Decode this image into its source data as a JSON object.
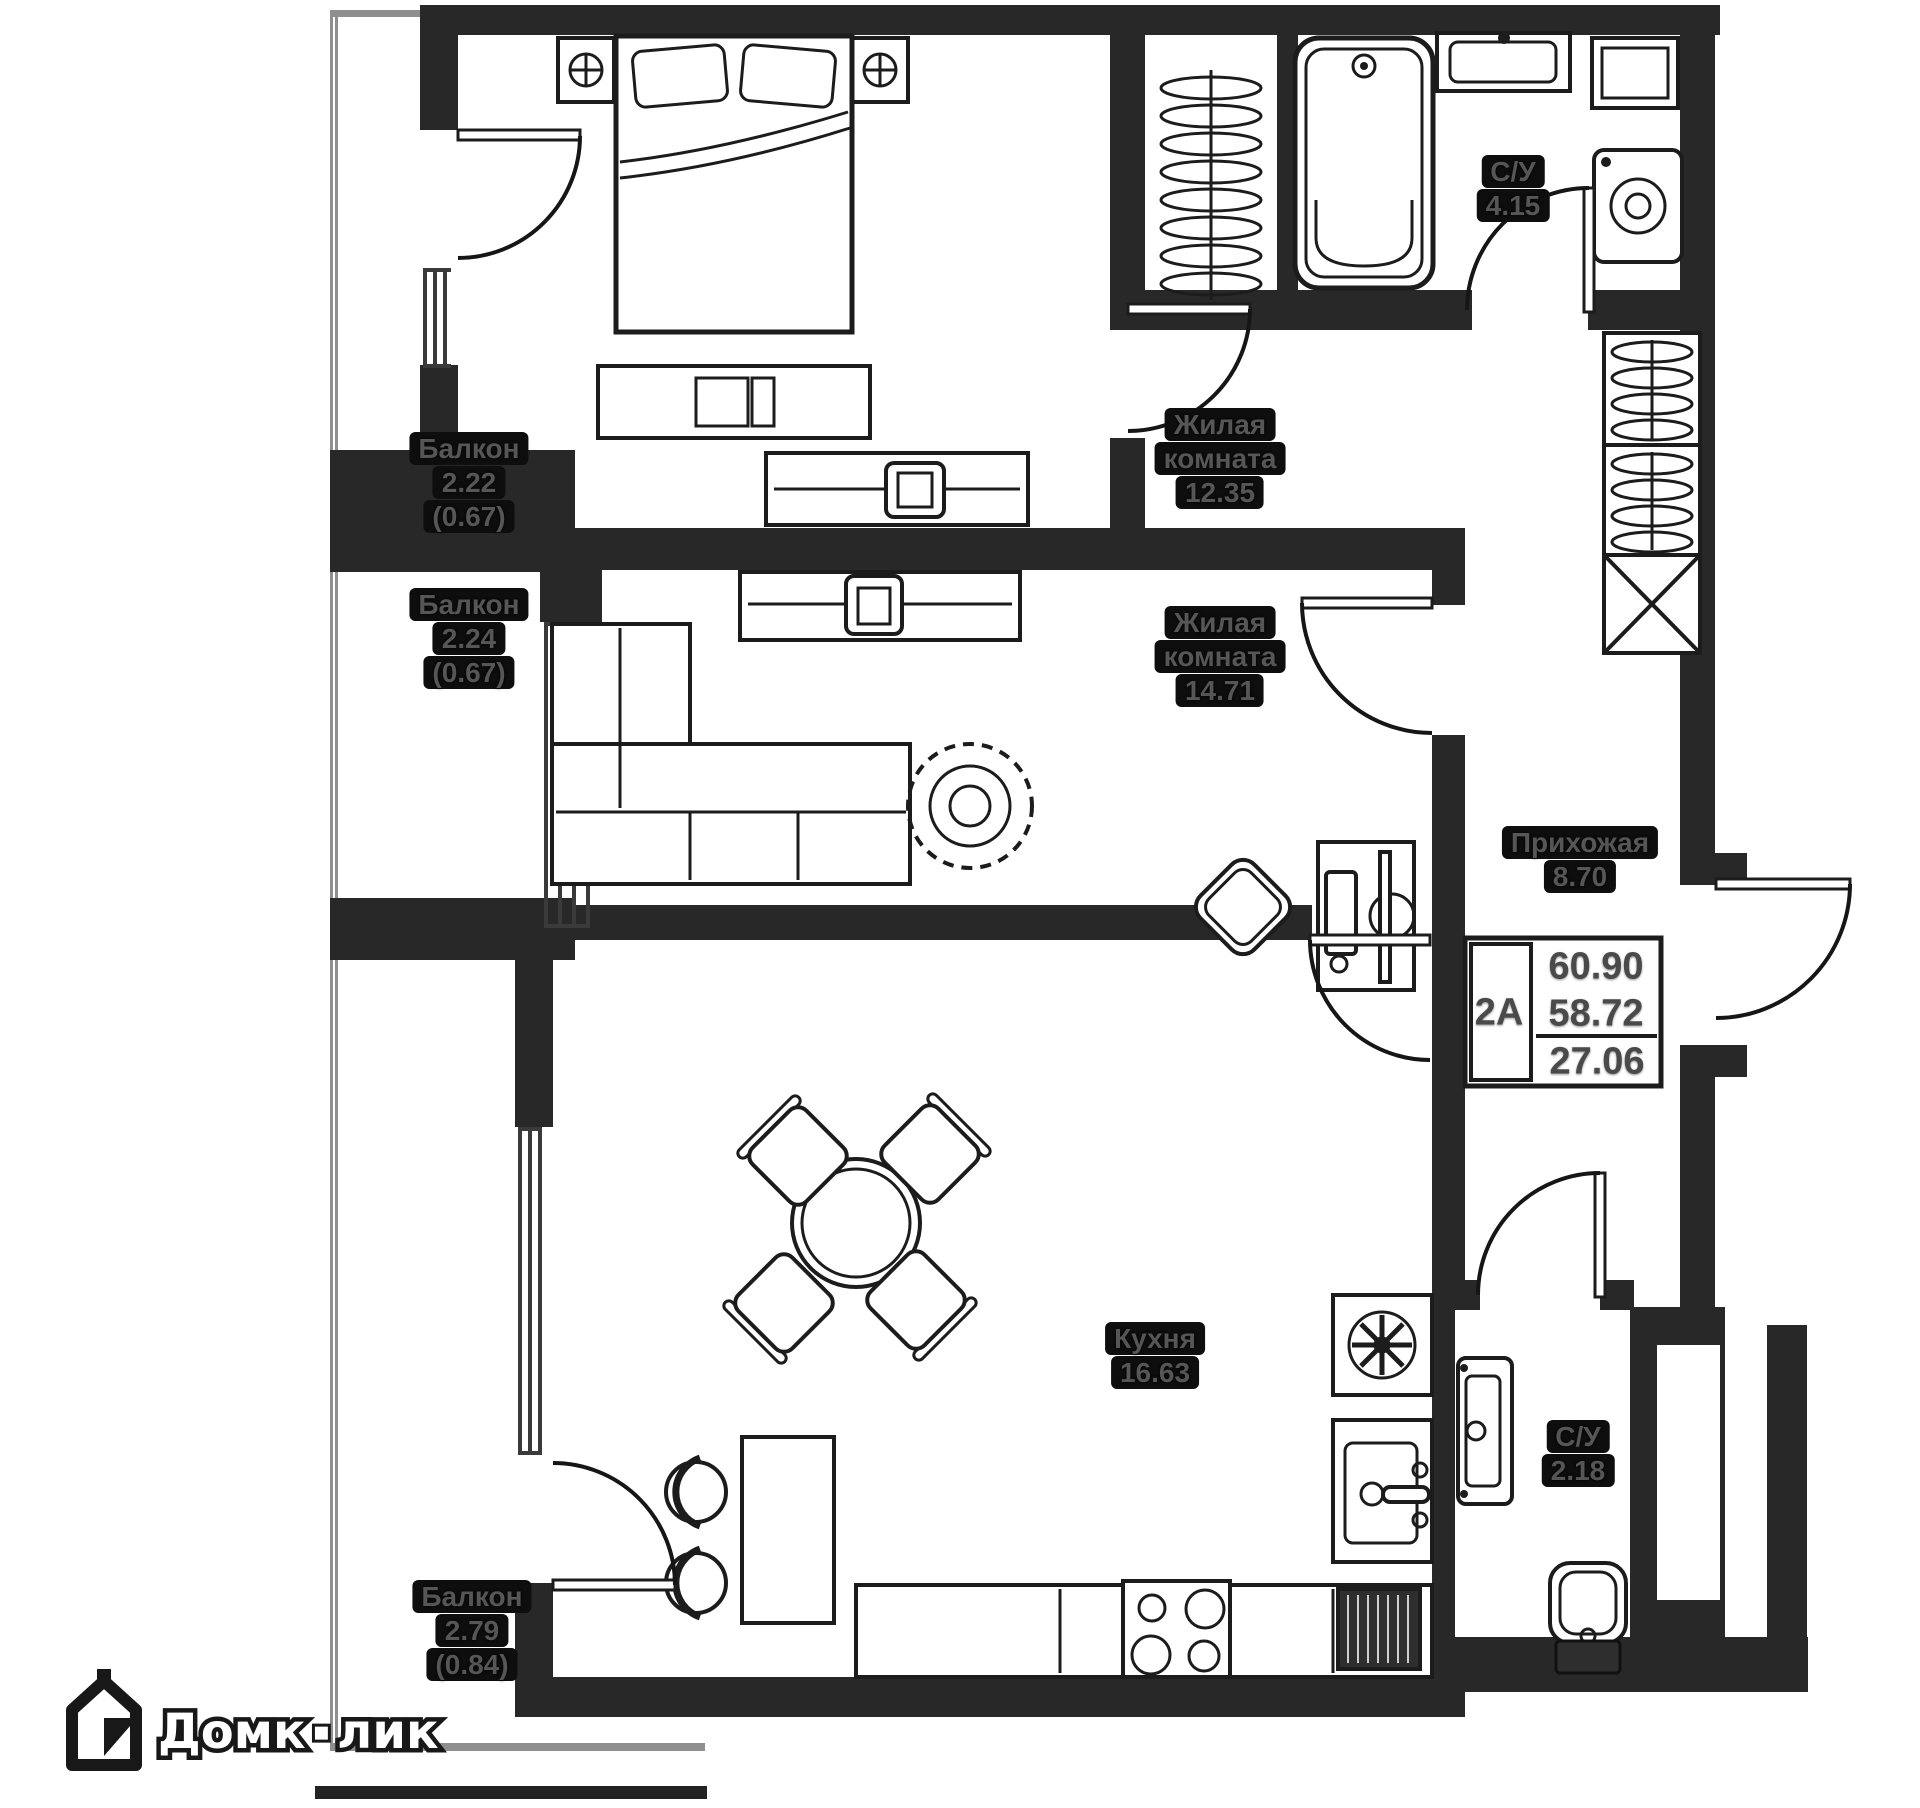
{
  "colors": {
    "background": "#ffffff",
    "wall": "#282828",
    "furniture_line": "#1c1c1c",
    "label_text": "#565656",
    "label_badge": "#0e0e0e",
    "balcony_parapet": "#8f8f8f"
  },
  "rooms": {
    "bedroom": {
      "name1": "Жилая",
      "name2": "комната",
      "area": "12.35"
    },
    "living": {
      "name1": "Жилая",
      "name2": "комната",
      "area": "14.71"
    },
    "kitchen": {
      "name": "Кухня",
      "area": "16.63"
    },
    "hallway": {
      "name": "Прихожая",
      "area": "8.70"
    },
    "bath_large": {
      "name": "С/У",
      "area": "4.15"
    },
    "bath_small": {
      "name": "С/У",
      "area": "2.18"
    },
    "balcony_top": {
      "name": "Балкон",
      "area": "2.22",
      "coeff": "(0.67)"
    },
    "balcony_mid": {
      "name": "Балкон",
      "area": "2.24",
      "coeff": "(0.67)"
    },
    "balcony_bottom": {
      "name": "Балкон",
      "area": "2.79",
      "coeff": "(0.84)"
    }
  },
  "stamp": {
    "unit": "2А",
    "area_total": "60.90",
    "area_reduced": "58.72",
    "area_living": "27.06"
  },
  "logo": {
    "part1": "Домк",
    "dot": "▪",
    "part2": "лик"
  }
}
